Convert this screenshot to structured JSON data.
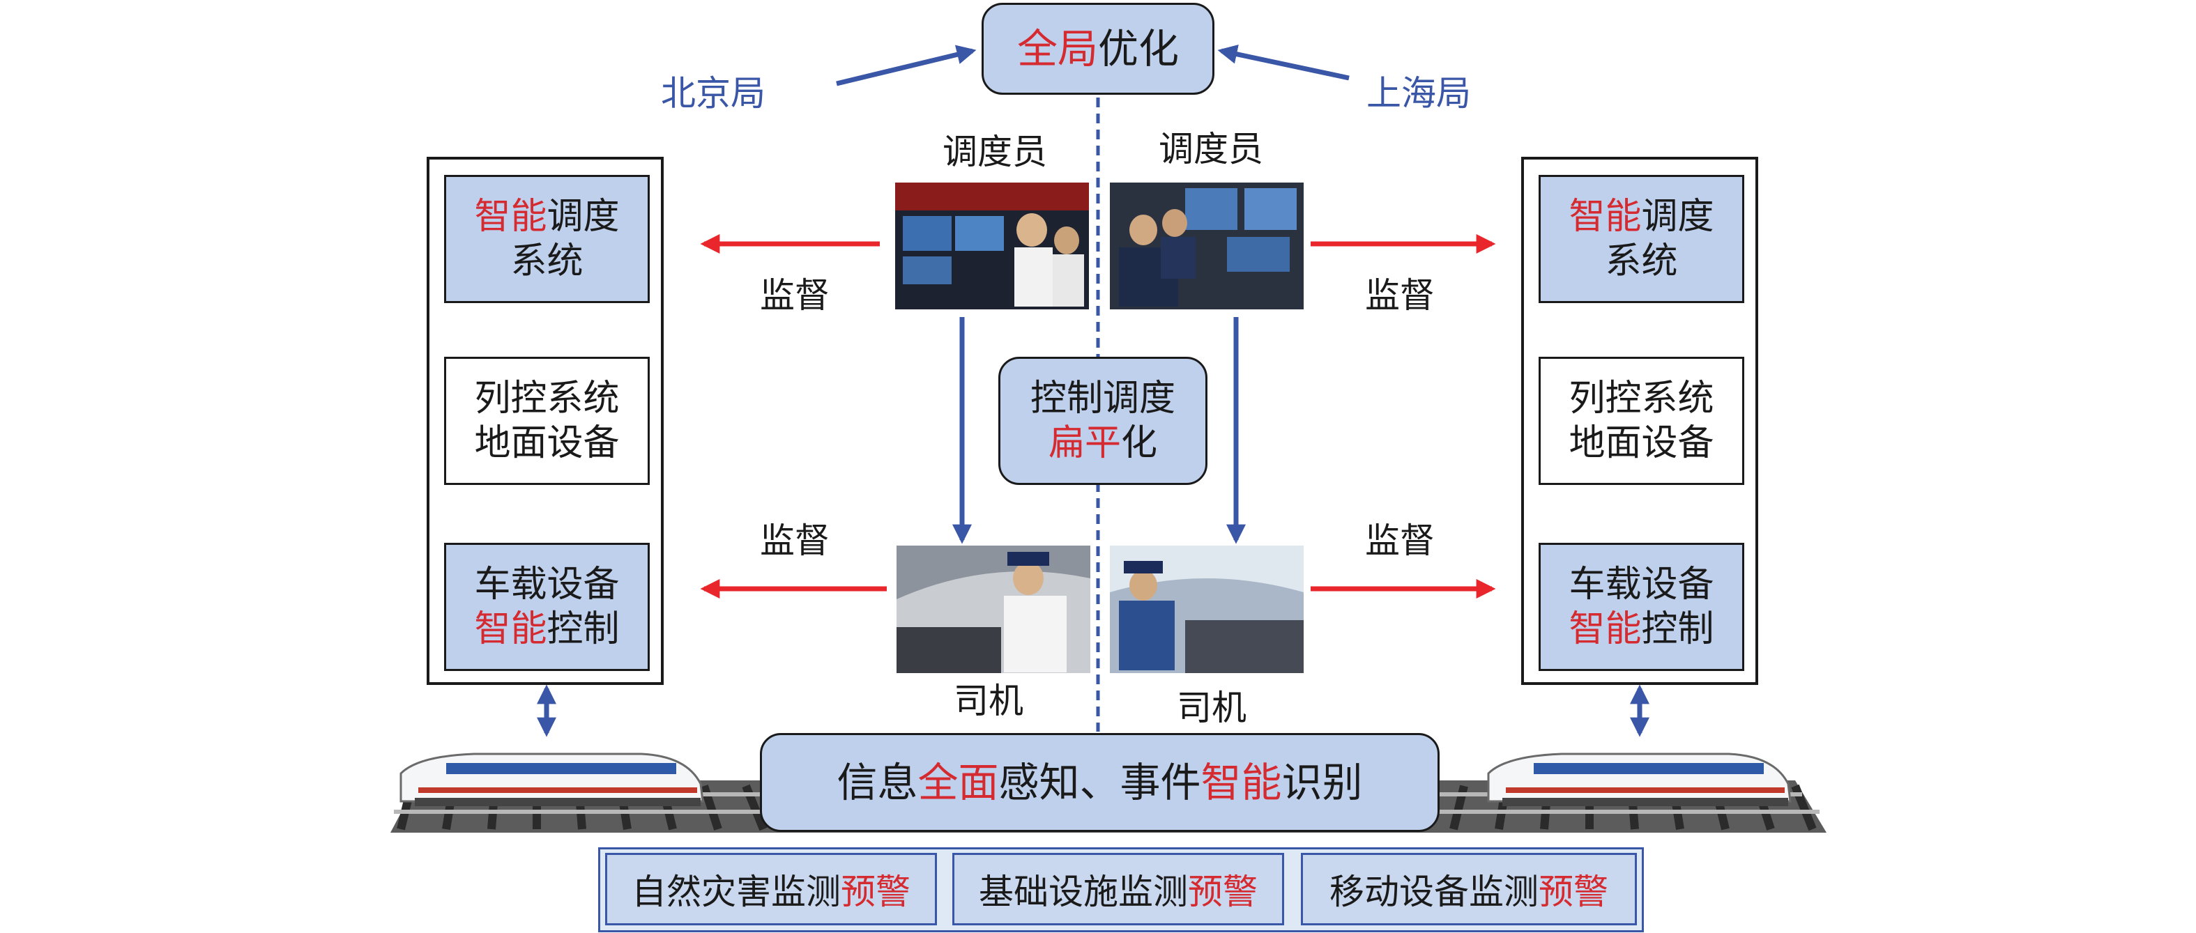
{
  "top": {
    "title_prefix": "全局",
    "title_suffix": "优化",
    "left_bureau": "北京局",
    "right_bureau": "上海局"
  },
  "side": {
    "smart_prefix": "智能",
    "dispatch_suffix1": "调度",
    "dispatch_suffix2": "系统",
    "ground_line1": "列控系统",
    "ground_line2": "地面设备",
    "onboard_line1": "车载设备",
    "onboard_prefix2": "智能",
    "onboard_suffix2": "控制"
  },
  "center": {
    "ctrl_line1": "控制调度",
    "ctrl_prefix2": "扁平",
    "ctrl_suffix2": "化"
  },
  "labels": {
    "dispatcher": "调度员",
    "driver": "司机",
    "supervise": "监督"
  },
  "bottom": {
    "info_part1": "信息",
    "info_red1": "全面",
    "info_part2": "感知、事件",
    "info_red2": "智能",
    "info_part3": "识别"
  },
  "monitoring": [
    {
      "prefix": "自然灾害监测",
      "suffix": "预警"
    },
    {
      "prefix": "基础设施监测",
      "suffix": "预警"
    },
    {
      "prefix": "移动设备监测",
      "suffix": "预警"
    }
  ],
  "colors": {
    "box_fill": "#bfd0ec",
    "accent_red": "#d42a30",
    "arrow_blue": "#3a56a6",
    "arrow_red": "#e8262b"
  }
}
